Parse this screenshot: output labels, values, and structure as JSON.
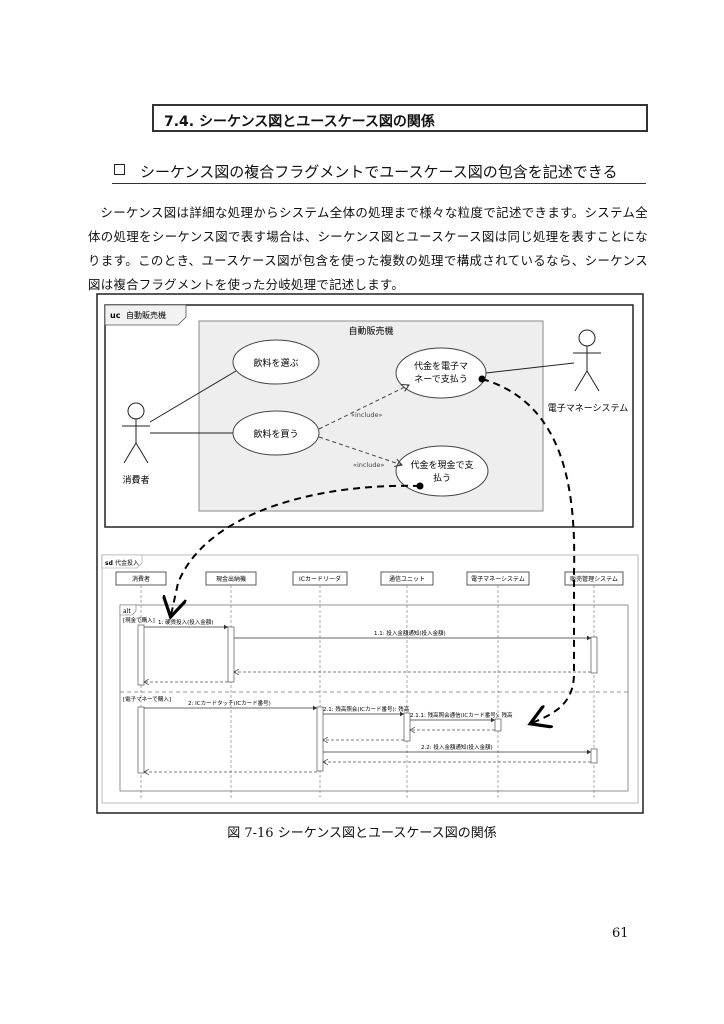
{
  "section": {
    "title": "7.4.  シーケンス図とユースケース図の関係"
  },
  "subheading": {
    "text": "シーケンス図の複合フラグメントでユースケース図の包含を記述できる"
  },
  "body_text": "シーケンス図は詳細な処理からシステム全体の処理まで様々な粒度で記述できます。システム全体の処理をシーケンス図で表す場合は、シーケンス図とユースケース図は同じ処理を表すことになります。このとき、ユースケース図が包含を使った複数の処理で構成されているなら、シーケンス図は複合フラグメントを使った分岐処理で記述します。",
  "usecase": {
    "frame_tag": "uc",
    "frame_name": "自動販売機",
    "system_name": "自動販売機",
    "uc_select": "飲料を選ぶ",
    "uc_buy": "飲料を買う",
    "uc_emoney_1": "代金を電子マ",
    "uc_emoney_2": "ネーで支払う",
    "uc_cash_1": "代金を現金で支",
    "uc_cash_2": "払う",
    "include_1": "«include»",
    "include_2": "«include»",
    "actor_consumer": "消費者",
    "actor_emoney": "電子マネーシステム"
  },
  "sequence": {
    "frame_tag": "sd",
    "frame_name": "代金投入",
    "lifelines": [
      "消費者",
      "現金出納機",
      "ICカードリーダ",
      "通信ユニット",
      "電子マネーシステム",
      "販売管理システム"
    ],
    "alt_tag": "alt",
    "guard_1": "[現金で購入]",
    "guard_2": "[電子マネーで購入]",
    "msg_1": "1: 硬貨投入(投入金額)",
    "msg_1_1": "1.1: 投入金額通知(投入金額)",
    "msg_2": "2: ICカードタッチ(ICカード番号)",
    "msg_2_1": "2.1: 残高照会(ICカード番号): 残高",
    "msg_2_1_1": "2.1.1: 残高照会通信(ICカード番号): 残高",
    "msg_2_2": "2.2: 投入金額通知(投入金額)"
  },
  "caption": "図  7-16  シーケンス図とユースケース図の関係",
  "page_number": "61"
}
